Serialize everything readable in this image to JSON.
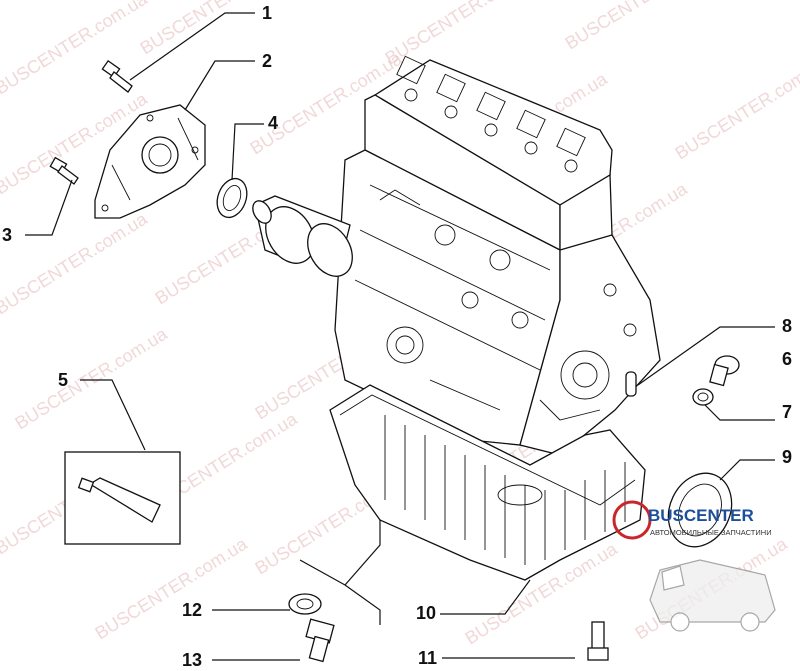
{
  "watermark": {
    "text": "BUSCENTER.com.ua"
  },
  "logo": {
    "name": "BUSCENTER",
    "tagline": "АВТОМОБИЛЬНЫЕ ЗАПЧАСТИНИ"
  },
  "callouts": [
    {
      "id": 1,
      "label": "1"
    },
    {
      "id": 2,
      "label": "2"
    },
    {
      "id": 3,
      "label": "3"
    },
    {
      "id": 4,
      "label": "4"
    },
    {
      "id": 5,
      "label": "5"
    },
    {
      "id": 6,
      "label": "6"
    },
    {
      "id": 7,
      "label": "7"
    },
    {
      "id": 8,
      "label": "8"
    },
    {
      "id": 9,
      "label": "9"
    },
    {
      "id": 10,
      "label": "10"
    },
    {
      "id": 11,
      "label": "11"
    },
    {
      "id": 12,
      "label": "12"
    },
    {
      "id": 13,
      "label": "13"
    }
  ],
  "parts": [
    {
      "callout": "1",
      "name": "bolt"
    },
    {
      "callout": "2",
      "name": "rear-crankshaft-cover"
    },
    {
      "callout": "3",
      "name": "bolt"
    },
    {
      "callout": "4",
      "name": "oil-seal"
    },
    {
      "callout": "5",
      "name": "sealant-tube"
    },
    {
      "callout": "6",
      "name": "plug"
    },
    {
      "callout": "7",
      "name": "washer"
    },
    {
      "callout": "8",
      "name": "dowel-pin"
    },
    {
      "callout": "9",
      "name": "front-oil-seal"
    },
    {
      "callout": "10",
      "name": "oil-pan"
    },
    {
      "callout": "11",
      "name": "bolt"
    },
    {
      "callout": "12",
      "name": "gasket"
    },
    {
      "callout": "13",
      "name": "drain-plug"
    }
  ]
}
